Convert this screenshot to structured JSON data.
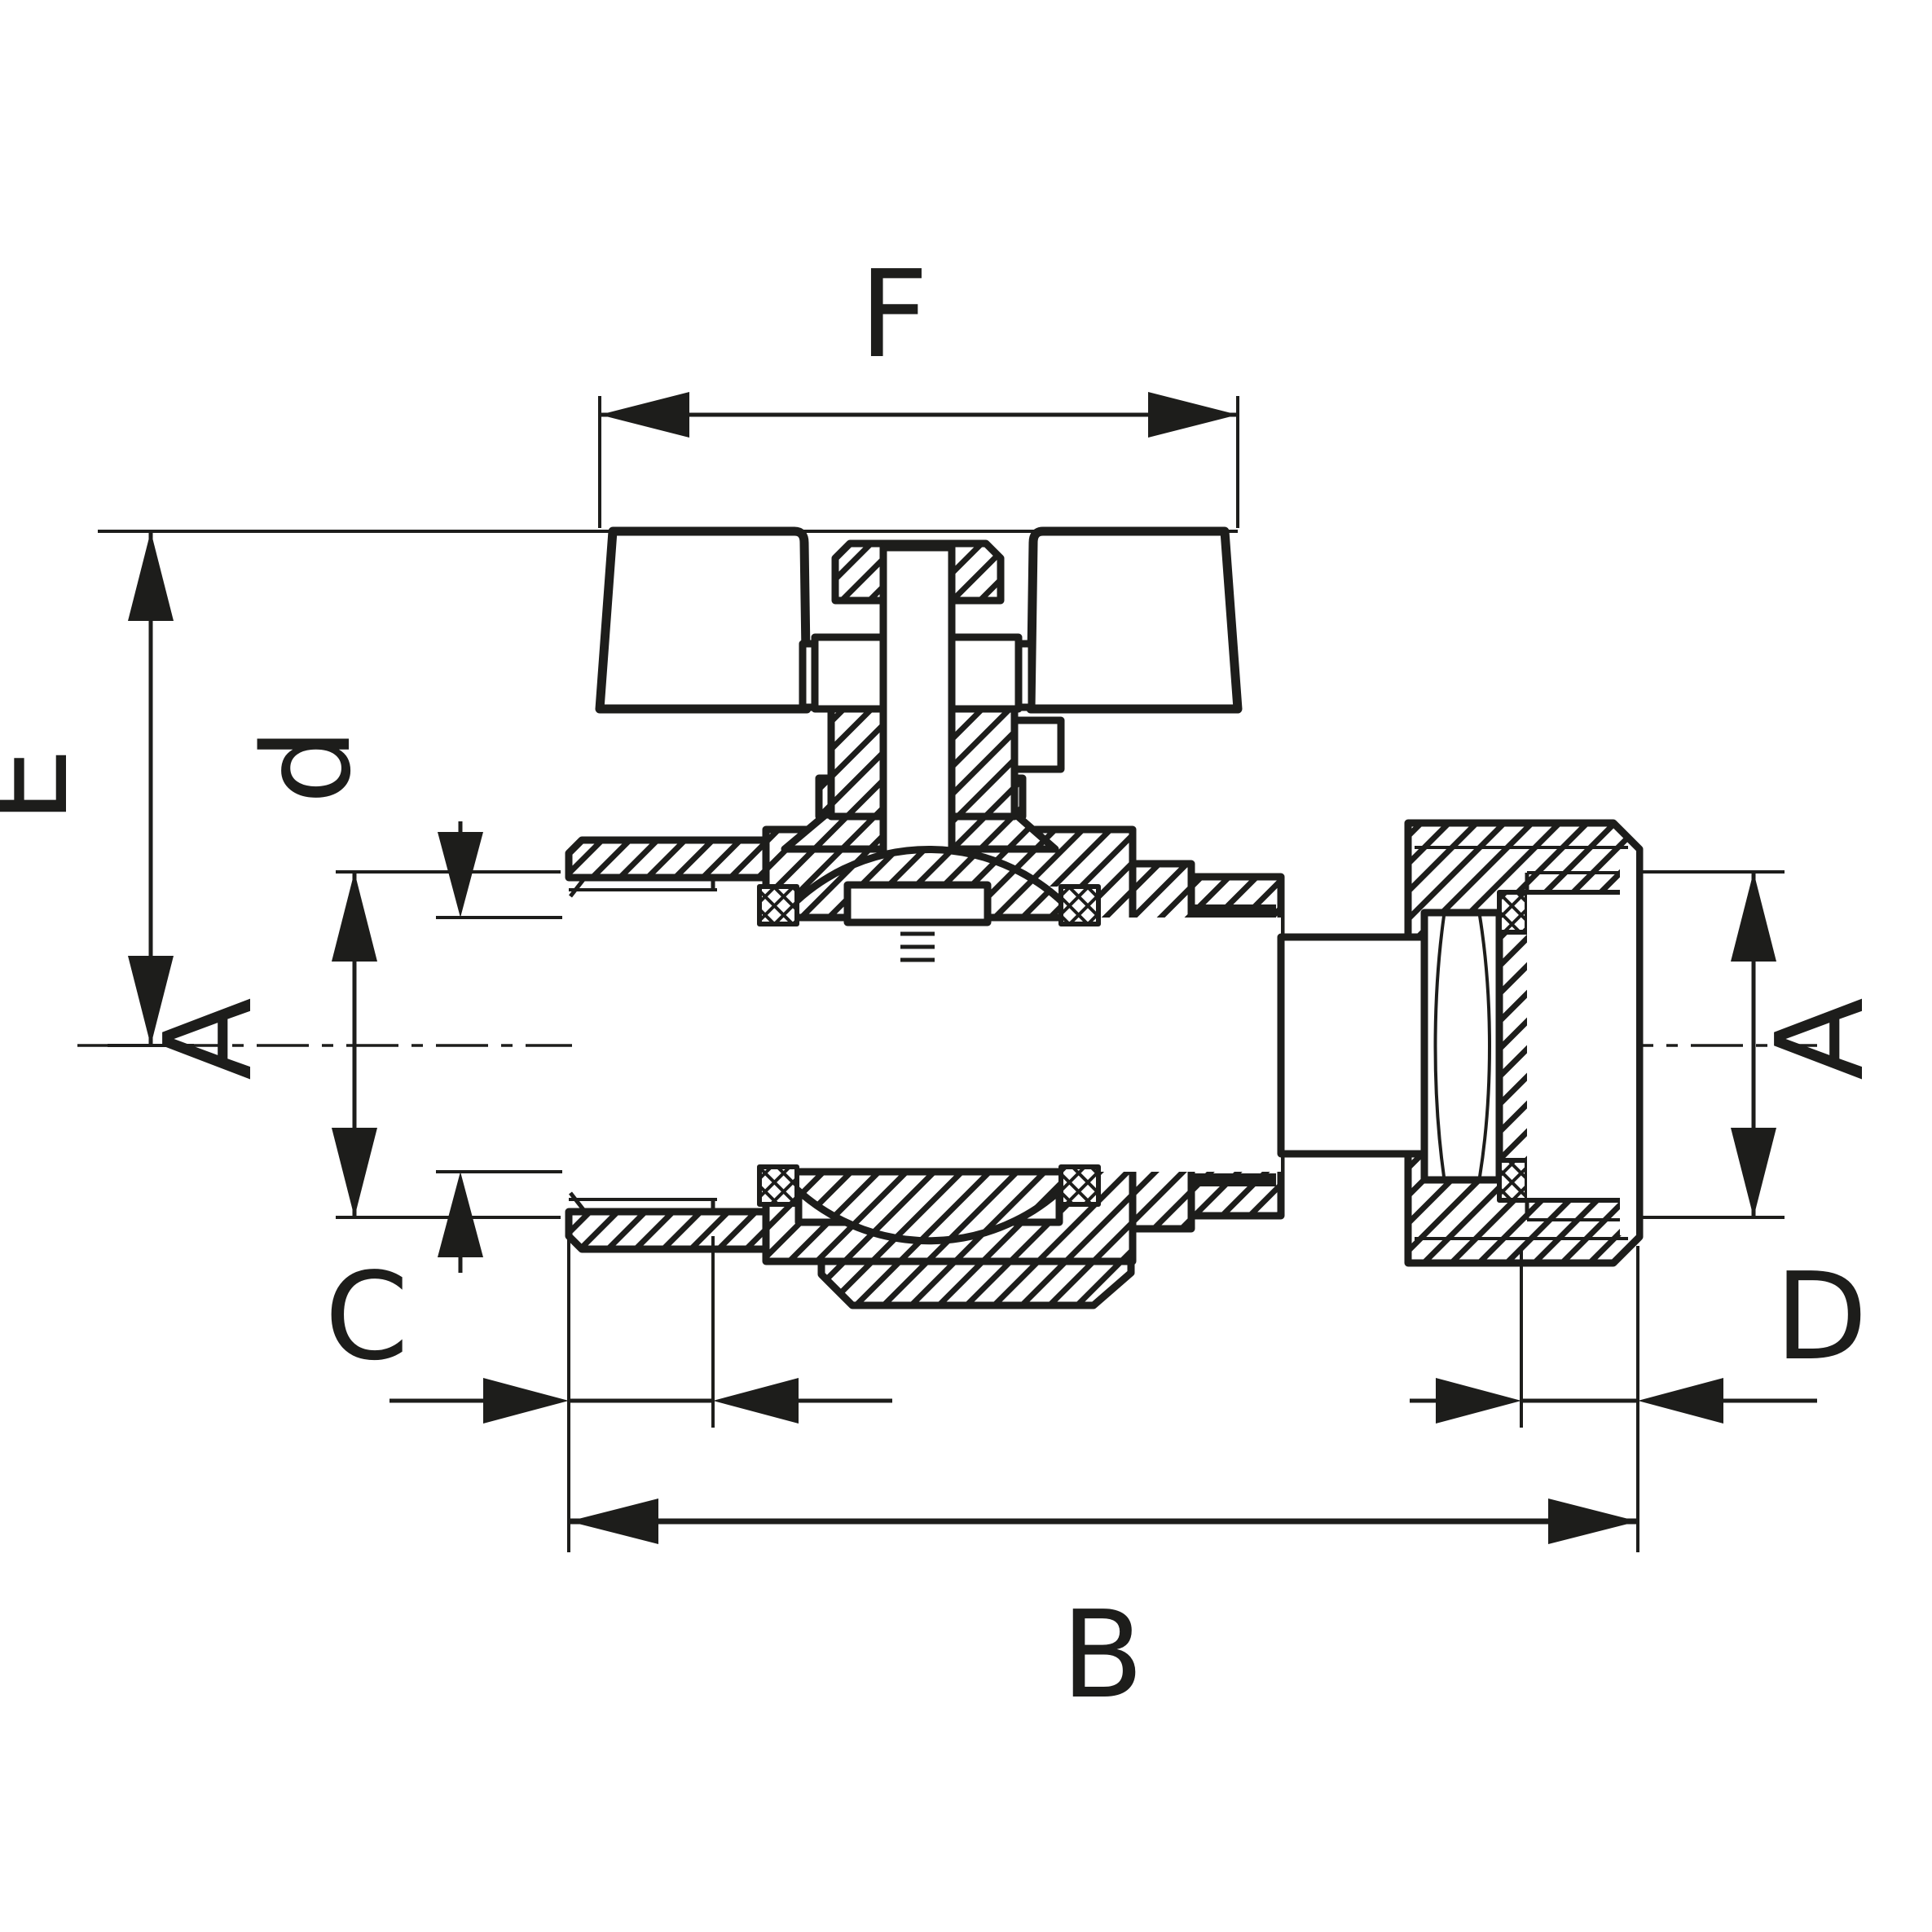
{
  "drawing": {
    "kind": "technical cross-section drawing",
    "subject": "mini ball valve with butterfly handle, female threaded inlet and union nut outlet",
    "background_color": "#ffffff",
    "line_color": "#1d1d1b",
    "dimension_labels": {
      "handle_width": "F",
      "handle_height": "E",
      "bore_diameter": "d",
      "left_thread_diameter": "A",
      "right_thread_diameter": "A",
      "left_thread_length": "C",
      "right_nut_depth": "D",
      "overall_length": "B"
    }
  }
}
